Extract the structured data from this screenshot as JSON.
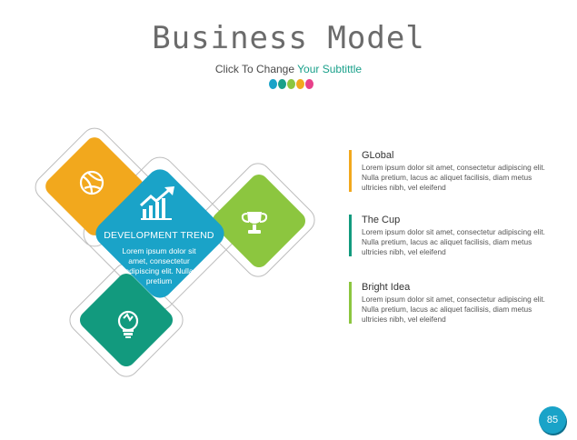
{
  "header": {
    "title": "Business Model",
    "subtitle_prefix": "Click To Change ",
    "subtitle_accent": "Your Subtittle"
  },
  "dots": [
    "#1aa3c8",
    "#19a08a",
    "#8cc63f",
    "#f2a81d",
    "#e8408a"
  ],
  "colors": {
    "orange": "#f2a81d",
    "blue": "#1aa3c8",
    "green": "#8cc63f",
    "teal": "#129a7e",
    "outline": "#bdbdbd"
  },
  "icons": {
    "orange": "basketball-icon",
    "blue": "growth-chart-icon",
    "green": "trophy-icon",
    "teal": "idea-bulb-icon"
  },
  "diagram": {
    "title": "DEVELOPMENT TREND",
    "body": "Lorem ipsum dolor sit amet, consectetur adipiscing elit. Nulla pretium"
  },
  "items": [
    {
      "heading": "GLobal",
      "text": "Lorem ipsum dolor sit amet, consectetur adipiscing elit. Nulla pretium, lacus ac aliquet facilisis, diam metus ultricies nibh, vel eleifend",
      "color": "#f2a81d"
    },
    {
      "heading": "The Cup",
      "text": "Lorem ipsum dolor sit amet, consectetur adipiscing elit. Nulla pretium, lacus ac aliquet facilisis, diam metus ultricies nibh, vel eleifend",
      "color": "#129a7e"
    },
    {
      "heading": "Bright Idea",
      "text": "Lorem ipsum dolor sit amet, consectetur adipiscing elit. Nulla pretium, lacus ac aliquet facilisis, diam metus ultricies nibh, vel eleifend",
      "color": "#8cc63f"
    }
  ],
  "page_number": "85"
}
